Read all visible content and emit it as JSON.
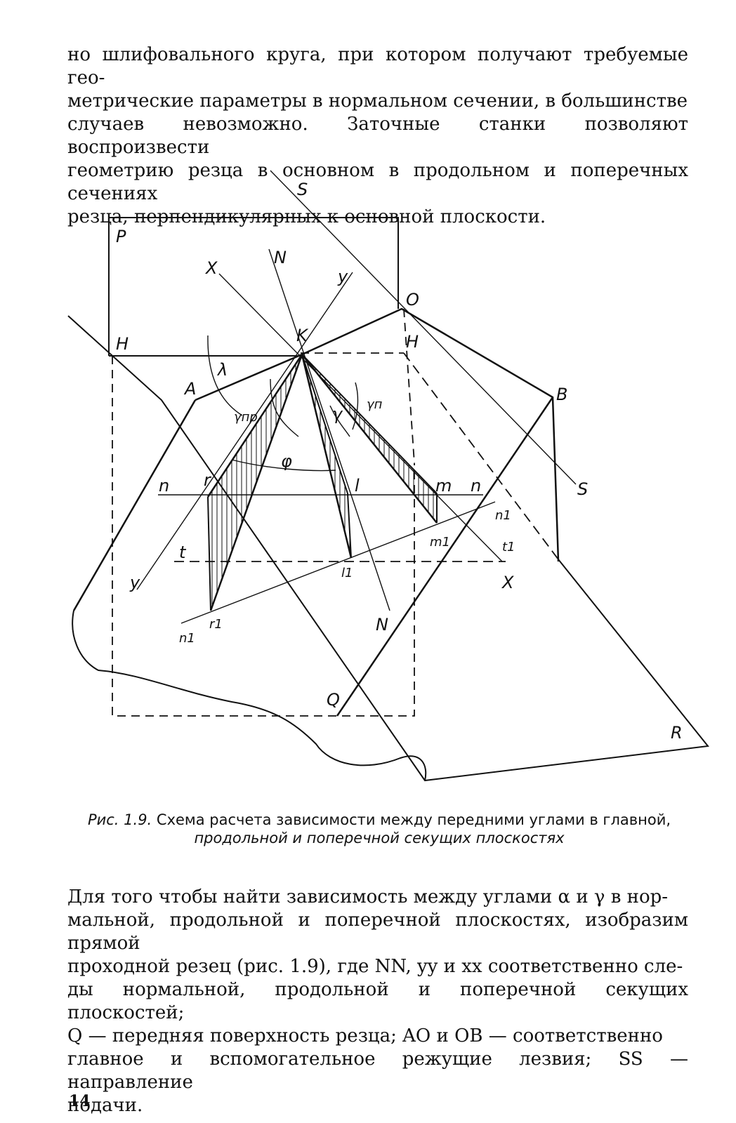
{
  "top_paragraph": [
    "но шлифовального круга, при котором получают требуемые гео-",
    "метрические параметры в нормальном сечении, в большинстве",
    "случаев невозможно. Заточные станки позволяют воспроизвести",
    "геометрию резца в основном в продольном и поперечных сечениях",
    "резца, перпендикулярных к основной плоскости."
  ],
  "figure": {
    "labels": {
      "S_top": "S",
      "S_right": "S",
      "P": "P",
      "H_left": "H",
      "H_right": "H",
      "X_top": "X",
      "X_bottom": "X",
      "N_top": "N",
      "N_bottom": "N",
      "Y_top": "y",
      "Y_bottom": "y",
      "O": "O",
      "K": "K",
      "A": "A",
      "B": "B",
      "lambda": "λ",
      "gamma_pr": "γпр",
      "gamma": "γ",
      "gamma_p": "γп",
      "phi": "φ",
      "n_left": "n",
      "r": "r",
      "l": "l",
      "m": "m",
      "n_right": "n",
      "n1_right": "n1",
      "m1": "m1",
      "t": "t",
      "l1": "l1",
      "t1": "t1",
      "r1": "r1",
      "n1_left": "n1",
      "Q": "Q",
      "R": "R"
    }
  },
  "caption": {
    "prefix": "Рис. 1.9.",
    "line1": " Схема расчета зависимости между передними углами в главной,",
    "line2": "продольной и поперечной секущих плоскостях"
  },
  "bottom_paragraph": [
    "Для того чтобы найти зависимость между углами α и γ в нор-",
    "мальной, продольной и поперечной плоскостях, изобразим прямой",
    "проходной резец (рис. 1.9), где NN, yy и xx соответственно сле-",
    "ды нормальной, продольной и поперечной секущих плоскостей;",
    "Q — передняя поверхность резца; AO и OB — соответственно",
    "главное и вспомогательное режущие лезвия; SS — направление",
    "подачи."
  ],
  "page_number": "14"
}
